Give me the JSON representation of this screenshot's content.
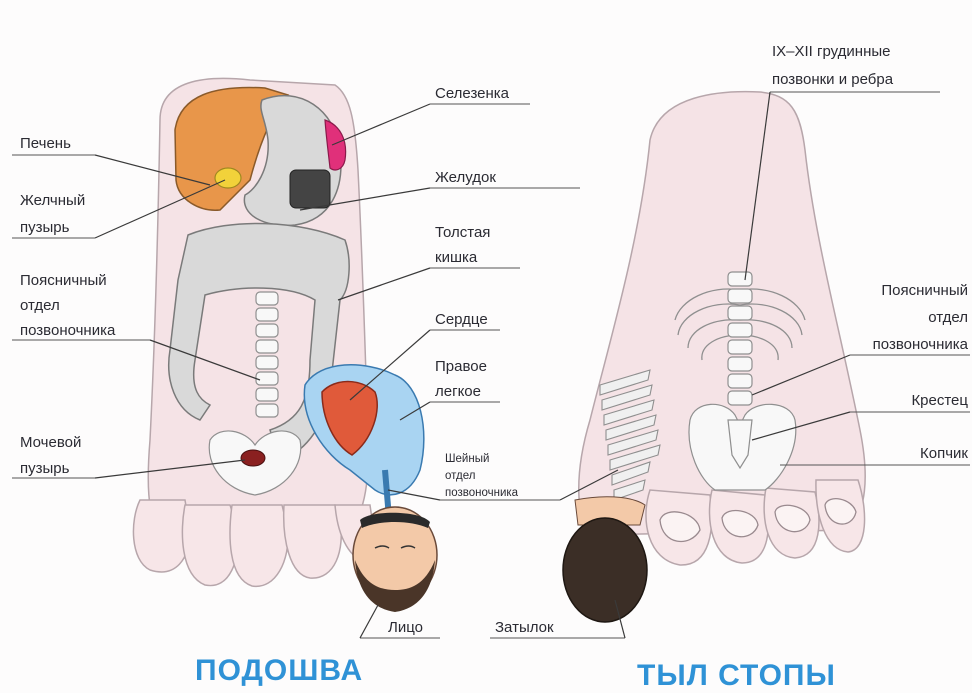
{
  "labels": {
    "liver": "Печень",
    "gallbladder_1": "Желчный",
    "gallbladder_2": "пузырь",
    "lumbar_left_1": "Поясничный",
    "lumbar_left_2": "отдел",
    "lumbar_left_3": "позвоночника",
    "bladder_1": "Мочевой",
    "bladder_2": "пузырь",
    "spleen": "Селезенка",
    "stomach": "Желудок",
    "colon_1": "Толстая",
    "colon_2": "кишка",
    "heart": "Сердце",
    "lung_1": "Правое",
    "lung_2": "легкое",
    "cervical_1": "Шейный",
    "cervical_2": "отдел",
    "cervical_3": "позвоночника",
    "face": "Лицо",
    "thoracic_1": "IX–XII грудинные",
    "thoracic_2": "позвонки и ребра",
    "lumbar_right_1": "Поясничный",
    "lumbar_right_2": "отдел",
    "lumbar_right_3": "позвоночника",
    "sacrum": "Крестец",
    "coccyx": "Копчик",
    "occiput": "Затылок"
  },
  "captions": {
    "sole": "ПОДОШВА",
    "back": "ТЫЛ СТОПЫ"
  },
  "colors": {
    "caption": "#2f92d6",
    "liver": "#e8964a",
    "gallbladder": "#f2d23a",
    "spleen": "#e0307a",
    "heart": "#e05a3a",
    "lung": "#a9d4f2",
    "skin": "#f5e3e6"
  }
}
